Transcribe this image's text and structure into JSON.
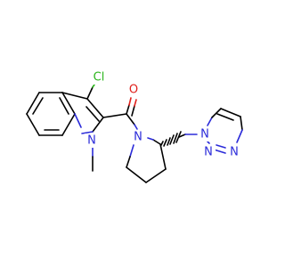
{
  "molecule": {
    "atoms": {
      "cl": {
        "symbol": "Cl",
        "color": "#2bb51c"
      },
      "o": {
        "symbol": "O",
        "color": "#e0201b"
      },
      "n_indole": {
        "symbol": "N",
        "color": "#2b2bd9"
      },
      "n_pyrrolidine": {
        "symbol": "N",
        "color": "#2b2bd9"
      },
      "n_triazole_1": {
        "symbol": "N",
        "color": "#2b2bd9"
      },
      "n_triazole_2": {
        "symbol": "N",
        "color": "#2b2bd9"
      },
      "n_triazole_3": {
        "symbol": "N",
        "color": "#2b2bd9"
      }
    },
    "bond_color": "#000000",
    "stereo": "wedge-hashed"
  }
}
